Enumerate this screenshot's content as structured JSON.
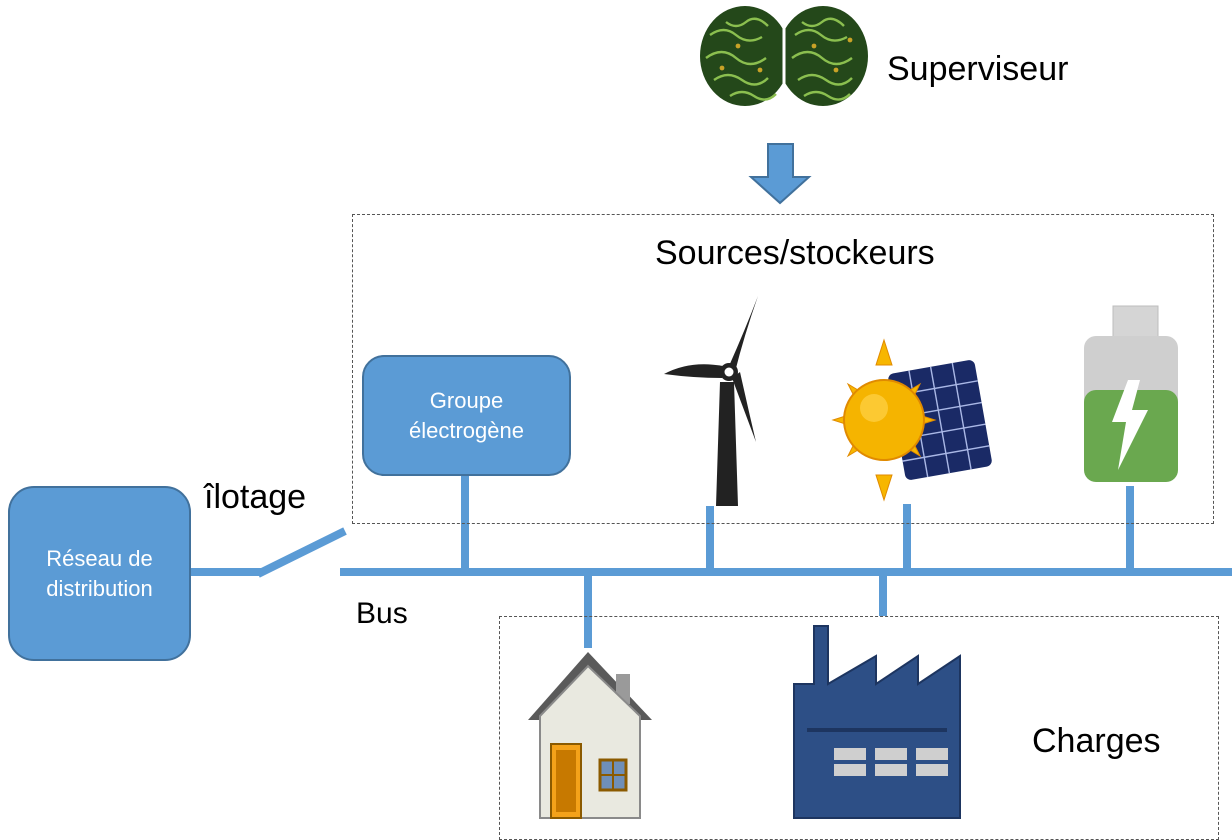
{
  "diagram": {
    "supervisor": {
      "label": "Superviseur",
      "icon": "brain-icon"
    },
    "sources_group": {
      "title": "Sources/stockeurs"
    },
    "generator": {
      "line1": "Groupe",
      "line2": "électrogène"
    },
    "grid": {
      "line1": "Réseau de",
      "line2": "distribution"
    },
    "islanding_label": "îlotage",
    "bus_label": "Bus",
    "loads_group": {
      "title": "Charges"
    },
    "sources": [
      {
        "icon": "wind-turbine-icon"
      },
      {
        "icon": "solar-panel-icon"
      },
      {
        "icon": "battery-icon"
      }
    ],
    "loads": [
      {
        "icon": "house-icon"
      },
      {
        "icon": "factory-icon"
      }
    ],
    "colors": {
      "bus": "#5b9bd5",
      "box_fill": "#5b9bd5",
      "box_border": "#41719c",
      "brain_green": "#2e5e1e",
      "battery_green": "#6aa84f",
      "sun": "#f5b400",
      "factory": "#2d4f86"
    }
  }
}
